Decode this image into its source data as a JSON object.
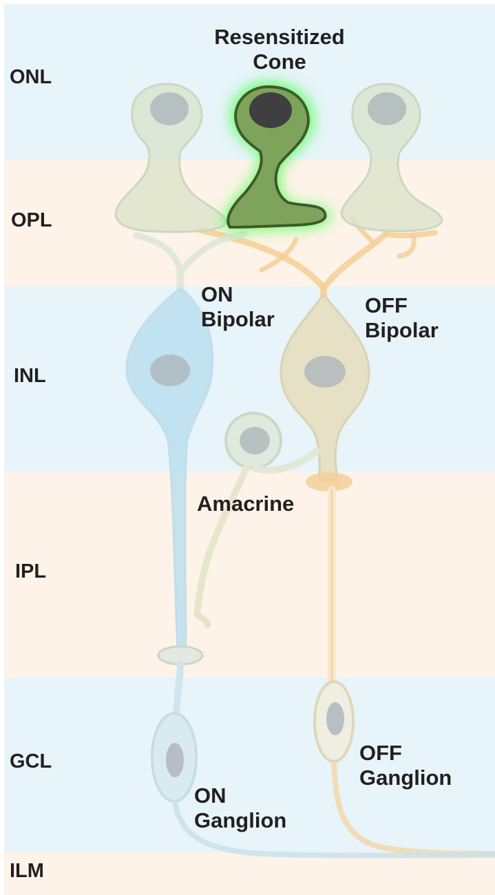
{
  "layers": [
    {
      "key": "onl",
      "label": "ONL",
      "color": "#e7f4fa"
    },
    {
      "key": "opl",
      "label": "OPL",
      "color": "#fdf3e8"
    },
    {
      "key": "inl",
      "label": "INL",
      "color": "#e7f4fa"
    },
    {
      "key": "ipl",
      "label": "IPL",
      "color": "#fdf3e8"
    },
    {
      "key": "gcl",
      "label": "GCL",
      "color": "#e7f4fa"
    },
    {
      "key": "ilm",
      "label": "ILM",
      "color": "#fdf3e8"
    }
  ],
  "cells": {
    "resensitized_cone": {
      "line1": "Resensitized",
      "line2": "Cone",
      "fill": "#7ea35a",
      "glow": "#44ff44",
      "nucleus": "#3f3f41"
    },
    "on_bipolar": {
      "line1": "ON",
      "line2": "Bipolar",
      "color": "#b3dcee"
    },
    "off_bipolar": {
      "line1": "OFF",
      "line2": "Bipolar",
      "color": "#e6dcb8"
    },
    "amacrine": {
      "line1": "Amacrine"
    },
    "off_ganglion": {
      "line1": "OFF",
      "line2": "Ganglion"
    },
    "on_ganglion": {
      "line1": "ON",
      "line2": "Ganglion"
    }
  },
  "colors": {
    "faded_cone": "#d9e3c8",
    "nucleus": "#aeb6bc",
    "dendrite": "#f5cf98",
    "pale_stroke": "#cdd6c2"
  }
}
